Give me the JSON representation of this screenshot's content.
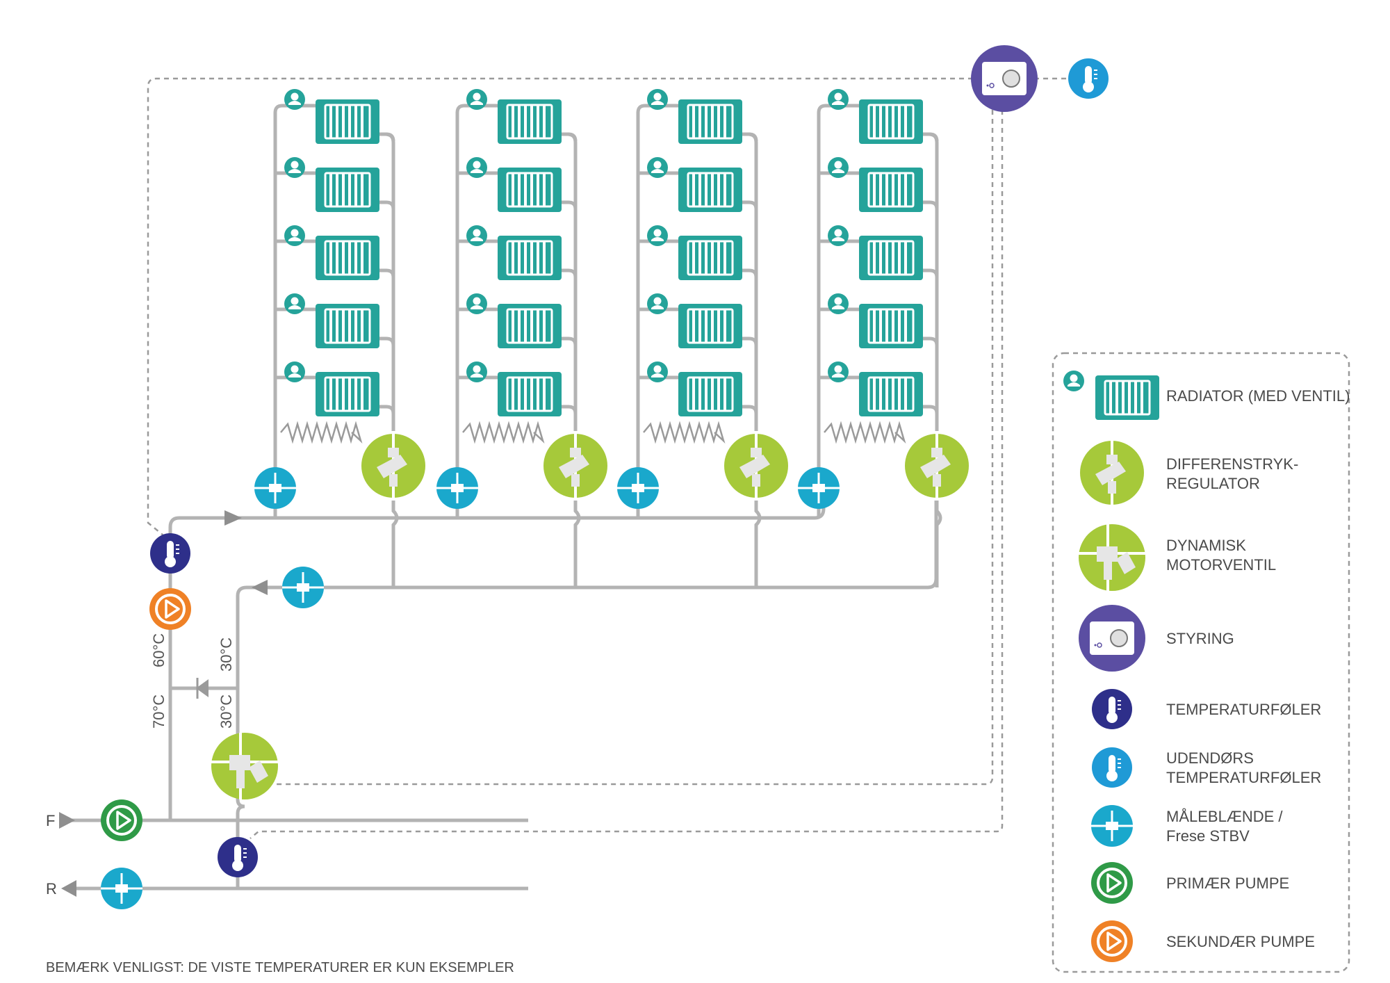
{
  "colors": {
    "pipe": "#b3b3b3",
    "dashed": "#9a9a9a",
    "radiator": "#25a39a",
    "valve_green": "#a6c93a",
    "control_purple": "#5b4ea2",
    "temp_sensor_navy": "#2e2f8a",
    "outdoor_sensor_blue": "#1f9ad6",
    "measuring_cyan": "#1aa8cc",
    "primary_pump_green": "#2f9a47",
    "secondary_pump_orange": "#ef8126"
  },
  "diagram": {
    "supply_label": "F",
    "return_label": "R",
    "temps": {
      "t60": "60°C",
      "t70": "70°C",
      "t30a": "30°C",
      "t30b": "30°C"
    },
    "note": "BEMÆRK VENLIGST: DE VISTE TEMPERATURER ER KUN EKSEMPLER"
  },
  "legend": {
    "radiator": "RADIATOR (MED VENTIL)",
    "diff_line1": "DIFFERENSTRYK-",
    "diff_line2": "REGULATOR",
    "dyn_line1": "DYNAMISK",
    "dyn_line2": "MOTORVENTIL",
    "control": "STYRING",
    "temp_sensor": "TEMPERATURFØLER",
    "outdoor_line1": "UDENDØRS",
    "outdoor_line2": "TEMPERATURFØLER",
    "meas_line1": "MÅLEBLÆNDE /",
    "meas_line2": "Frese STBV",
    "primary_pump": "PRIMÆR PUMPE",
    "secondary_pump": "SEKUNDÆR PUMPE"
  }
}
